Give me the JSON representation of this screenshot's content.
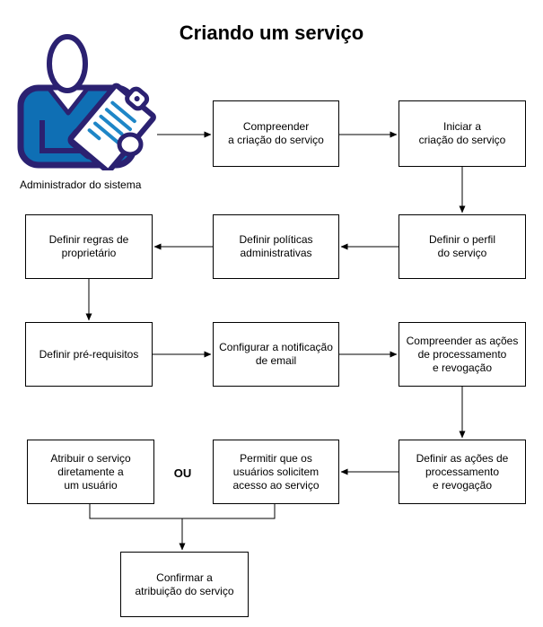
{
  "title": "Criando um serviço",
  "actor": {
    "label": "Administrador do sistema",
    "icon": "administrator-with-clipboard-icon"
  },
  "or_label": "OU",
  "colors": {
    "icon_navy": "#2B2171",
    "icon_blue": "#0F6FB4",
    "icon_light_blue": "#1E86C7",
    "line": "#000000",
    "node_background": "#FFFFFF"
  },
  "nodes": {
    "compreender_criacao": {
      "label": "Compreender\na criação do serviço"
    },
    "iniciar_criacao": {
      "label": "Iniciar a\ncriação do serviço"
    },
    "definir_perfil": {
      "label": "Definir o perfil\ndo serviço"
    },
    "definir_politicas": {
      "label": "Definir políticas\nadministrativas"
    },
    "definir_regras": {
      "label": "Definir regras de\nproprietário"
    },
    "definir_pre_requisitos": {
      "label": "Definir pré-requisitos"
    },
    "configurar_notificacao": {
      "label": "Configurar a notificação\nde email"
    },
    "compreender_acoes": {
      "label": "Compreender as ações\nde processamento\ne revogação"
    },
    "definir_acoes": {
      "label": "Definir as ações de\nprocessamento\ne revogação"
    },
    "atribuir_servico": {
      "label": "Atribuir o serviço\ndiretamente a\num usuário"
    },
    "permitir_usuarios": {
      "label": "Permitir que os\nusuários solicitem\nacesso ao serviço"
    },
    "confirmar_atribuicao": {
      "label": "Confirmar a\natribuição do serviço"
    }
  }
}
